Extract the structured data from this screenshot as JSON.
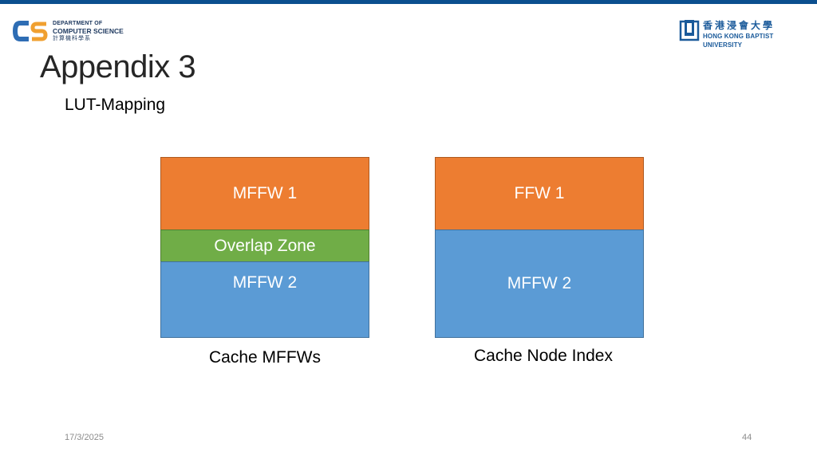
{
  "header": {
    "dept_logo": {
      "line1": "DEPARTMENT OF",
      "line2": "COMPUTER SCIENCE",
      "line3": "計算機科學系"
    },
    "uni_logo": {
      "chinese": "香港浸會大學",
      "english": "HONG KONG BAPTIST UNIVERSITY"
    }
  },
  "slide": {
    "title": "Appendix 3",
    "subtitle": "LUT-Mapping"
  },
  "diagram": {
    "left": {
      "blocks": [
        {
          "label": "MFFW 1",
          "color": "#ed7d31"
        },
        {
          "label": "Overlap Zone",
          "color": "#70ad47"
        },
        {
          "label": "MFFW 2",
          "color": "#5b9bd5"
        }
      ],
      "caption": "Cache MFFWs"
    },
    "right": {
      "blocks": [
        {
          "label": "FFW 1",
          "color": "#ed7d31"
        },
        {
          "label": "MFFW 2",
          "color": "#5b9bd5"
        }
      ],
      "caption": "Cache Node Index"
    }
  },
  "footer": {
    "date": "17/3/2025",
    "page": "44"
  },
  "colors": {
    "top_bar": "#0b4f8f",
    "orange": "#ed7d31",
    "green": "#70ad47",
    "blue": "#5b9bd5"
  }
}
